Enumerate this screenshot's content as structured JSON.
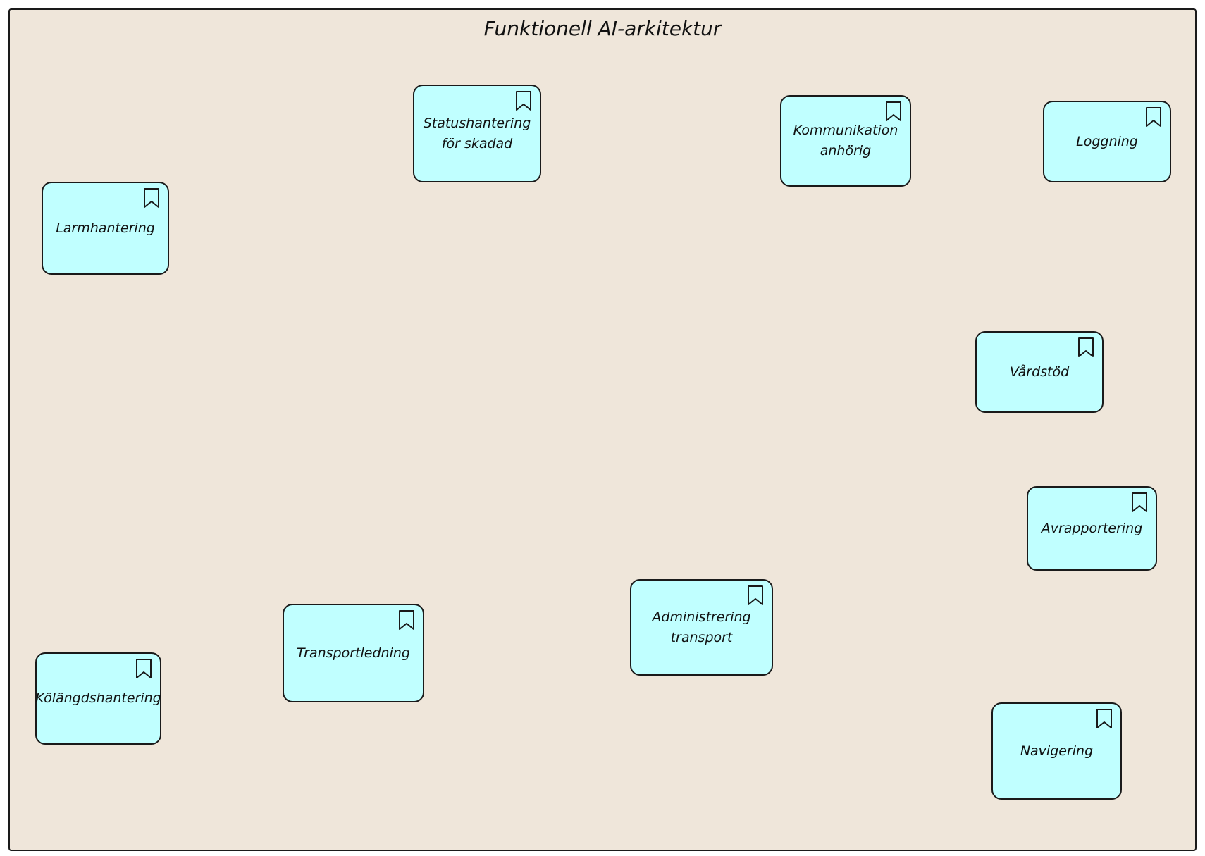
{
  "diagram": {
    "title": "Funktionell AI-arkitektur",
    "colors": {
      "background": "#efe6da",
      "node_fill": "#c0ffff",
      "stroke": "#1a1a1a"
    },
    "icon": "bookmark-icon",
    "nodes": [
      {
        "id": "larm",
        "label": "Larmhantering"
      },
      {
        "id": "status",
        "label": "Statushantering för skadad"
      },
      {
        "id": "komm",
        "label": "Kommunikation anhörig"
      },
      {
        "id": "logg",
        "label": "Loggning"
      },
      {
        "id": "vard",
        "label": "Vårdstöd"
      },
      {
        "id": "avrap",
        "label": "Avrapportering"
      },
      {
        "id": "adm",
        "label": "Administrering transport"
      },
      {
        "id": "trans",
        "label": "Transportledning"
      },
      {
        "id": "kol",
        "label": "Kölängdshantering"
      },
      {
        "id": "nav",
        "label": "Navigering"
      }
    ]
  }
}
